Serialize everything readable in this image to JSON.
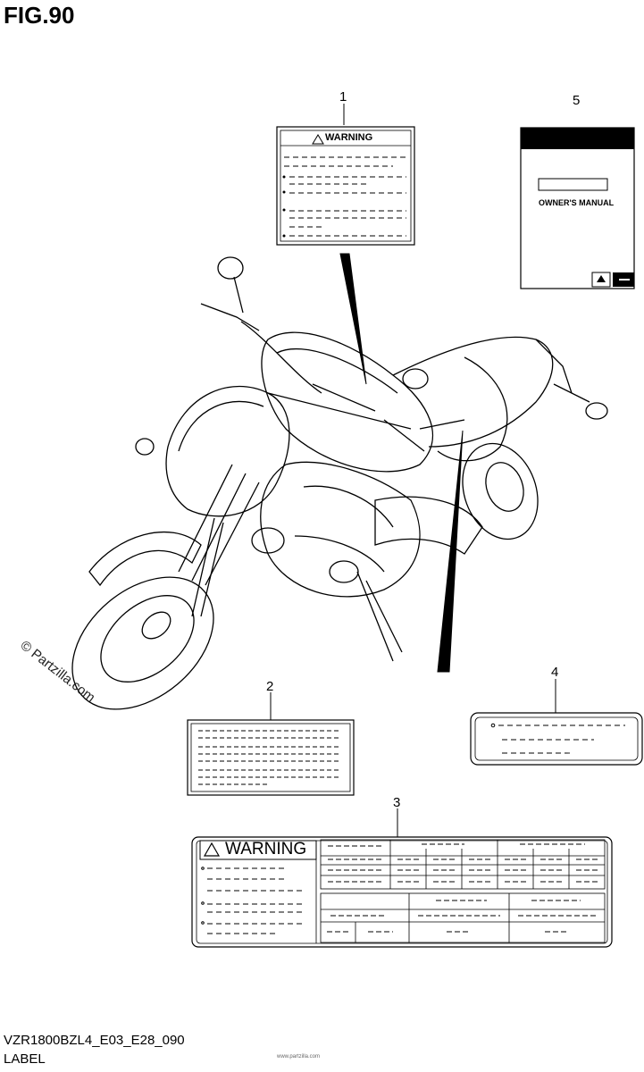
{
  "figure": {
    "title": "FIG.90",
    "model_code": "VZR1800BZL4_E03_E28_090",
    "section": "LABEL"
  },
  "callouts": [
    "1",
    "2",
    "3",
    "4",
    "5"
  ],
  "labels": {
    "warning_label_1": {
      "heading": "WARNING"
    },
    "warning_label_3": {
      "heading": "WARNING"
    },
    "owners_manual": {
      "title": "OWNER'S MANUAL",
      "brand_icon": "suzuki-logo-icon"
    }
  },
  "watermark": "© Partzilla.com",
  "stamp": "www.partzilla.com"
}
